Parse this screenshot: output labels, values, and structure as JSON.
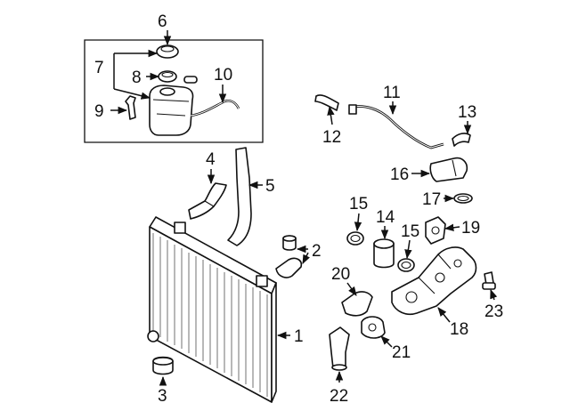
{
  "callouts": {
    "c1": "1",
    "c2": "2",
    "c3": "3",
    "c4": "4",
    "c5": "5",
    "c6": "6",
    "c7": "7",
    "c8": "8",
    "c9": "9",
    "c10": "10",
    "c11": "11",
    "c12": "12",
    "c13": "13",
    "c14": "14",
    "c15a": "15",
    "c15b": "15",
    "c16": "16",
    "c17": "17",
    "c18": "18",
    "c19": "19",
    "c20": "20",
    "c21": "21",
    "c22": "22",
    "c23": "23"
  },
  "colors": {
    "line": "#111111",
    "background": "#ffffff"
  }
}
